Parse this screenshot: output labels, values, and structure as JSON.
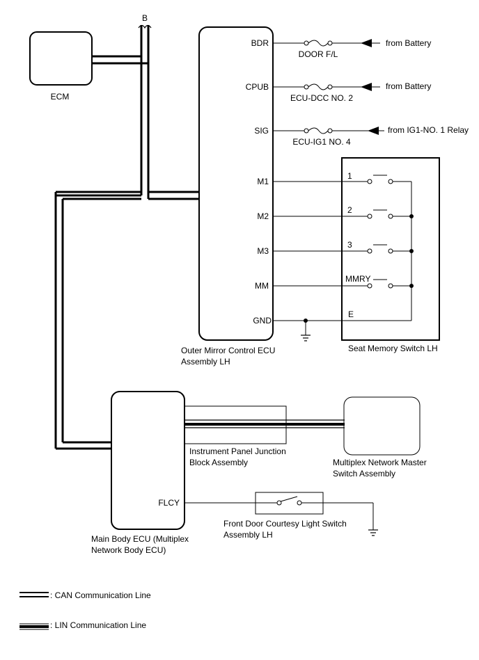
{
  "components": {
    "ecm": "ECM",
    "outer_mirror_ecu": [
      "Outer Mirror Control ECU",
      "Assembly LH"
    ],
    "seat_memory_switch": "Seat Memory Switch LH",
    "main_body_ecu": [
      "Main Body ECU (Multiplex",
      "Network Body ECU)"
    ],
    "instrument_panel_jb": [
      "Instrument Panel Junction",
      "Block Assembly"
    ],
    "multiplex_master_switch": [
      "Multiplex Network Master",
      "Switch Assembly"
    ],
    "courtesy_switch": [
      "Front Door Courtesy Light Switch",
      "Assembly LH"
    ]
  },
  "connector_b": "B",
  "pins": {
    "bdr": "BDR",
    "cpub": "CPUB",
    "sig": "SIG",
    "m1": "M1",
    "m2": "M2",
    "m3": "M3",
    "mm": "MM",
    "gnd": "GND",
    "flcy": "FLCY"
  },
  "switch_terminals": {
    "t1": "1",
    "t2": "2",
    "t3": "3",
    "mmry": "MMRY",
    "e": "E"
  },
  "fuses": {
    "door_fl": "DOOR F/L",
    "ecu_dcc2": "ECU-DCC NO. 2",
    "ecu_ig1_4": "ECU-IG1 NO. 4"
  },
  "sources": {
    "battery1": "from Battery",
    "battery2": "from Battery",
    "ig1_relay": "from IG1-NO. 1 Relay"
  },
  "legend": {
    "can": ": CAN Communication Line",
    "lin": ": LIN Communication Line"
  }
}
